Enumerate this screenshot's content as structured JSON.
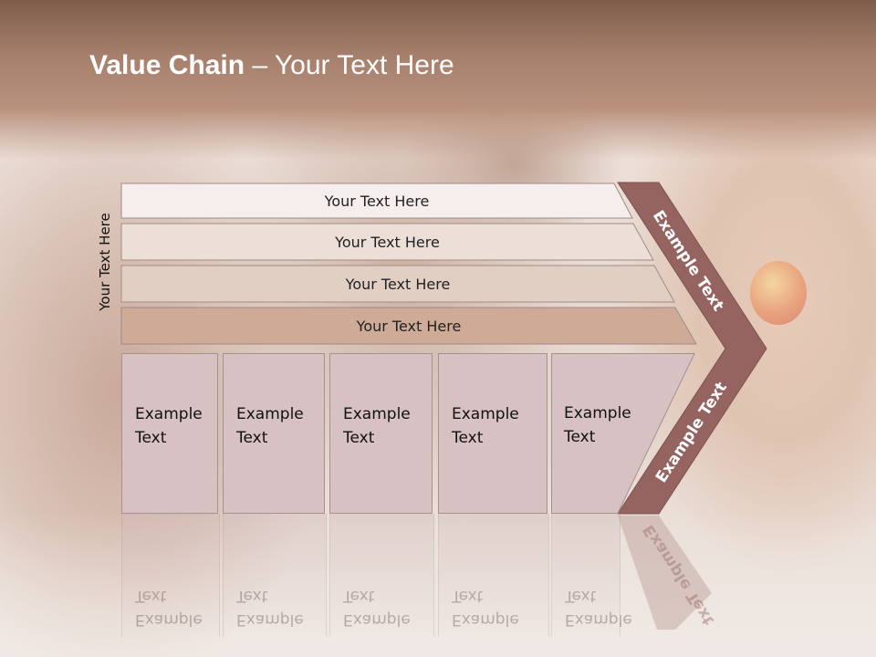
{
  "slide": {
    "title_bold": "Value Chain",
    "title_rest": " – Your Text Here",
    "side_label": "Your Text Here",
    "bars": [
      {
        "label": "Your Text Here",
        "color": "#f5eeec"
      },
      {
        "label": "Your Text Here",
        "color": "#ecdfd8"
      },
      {
        "label": "Your Text Here",
        "color": "#e2cfc4"
      },
      {
        "label": "Your Text Here",
        "color": "#cfab97"
      }
    ],
    "boxes": [
      {
        "line1": "Example",
        "line2": "Text"
      },
      {
        "line1": "Example",
        "line2": "Text"
      },
      {
        "line1": "Example",
        "line2": "Text"
      },
      {
        "line1": "Example",
        "line2": "Text"
      },
      {
        "line1": "Example",
        "line2": "Text"
      }
    ],
    "chevron_top": "Example Text",
    "chevron_bottom": "Example Text",
    "chevron_color": "#956461"
  }
}
